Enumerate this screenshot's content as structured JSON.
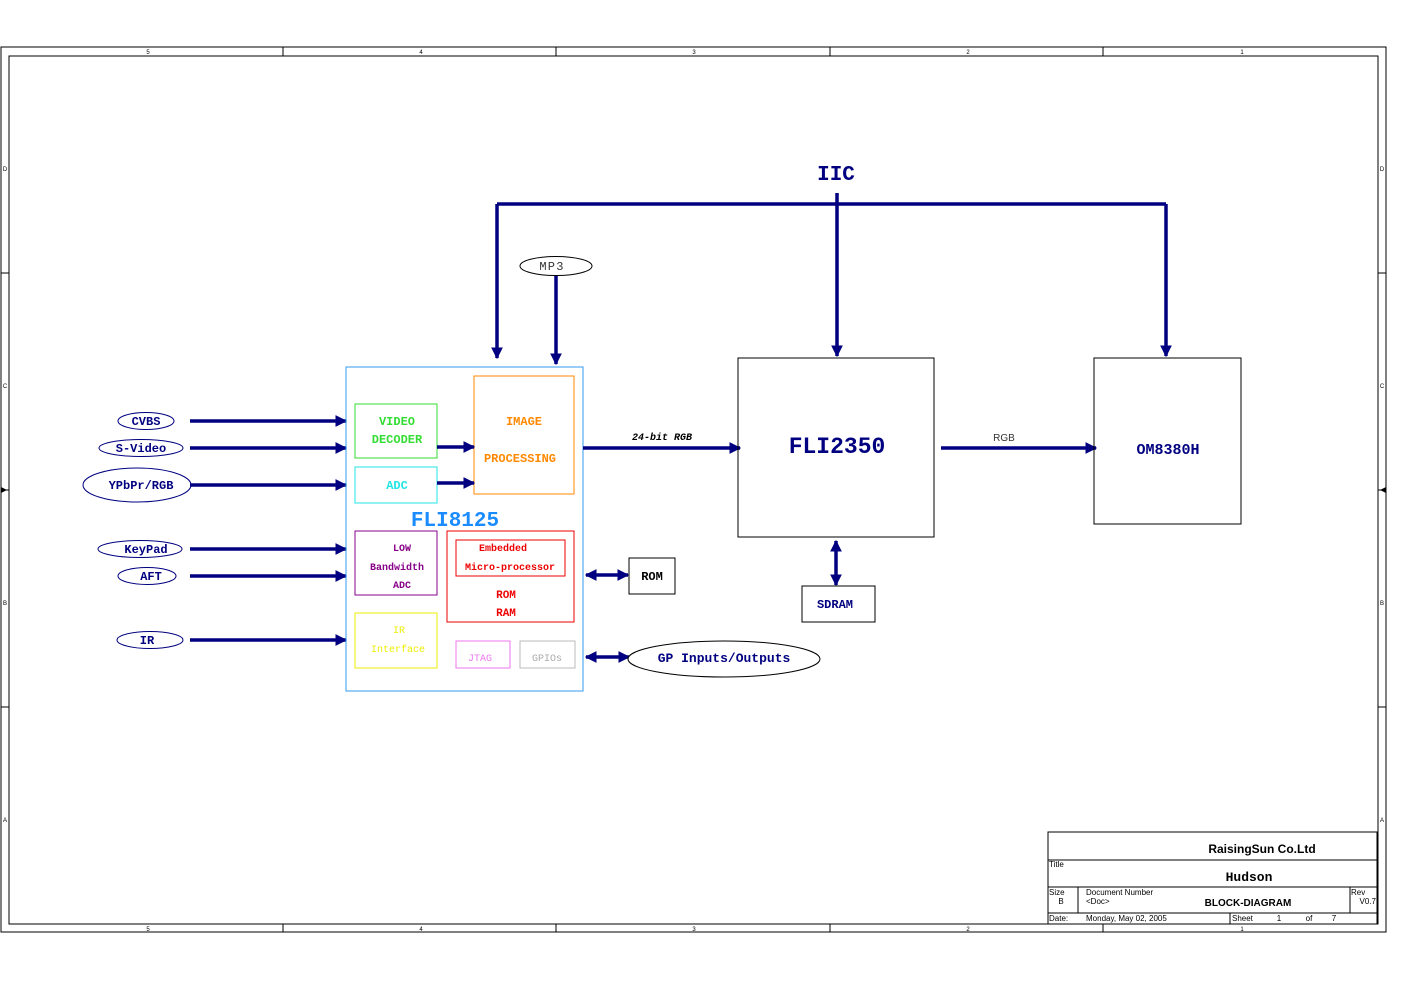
{
  "border": {
    "columns_top": [
      "5",
      "4",
      "3",
      "2",
      "1"
    ],
    "columns_bottom": [
      "5",
      "4",
      "3",
      "2",
      "1"
    ],
    "rows_left": [
      "D",
      "C",
      "B",
      "A"
    ],
    "rows_right": [
      "D",
      "C",
      "B",
      "A"
    ]
  },
  "bus": {
    "label": "IIC"
  },
  "mp3": {
    "label": "MP3"
  },
  "inputs": {
    "cvbs": "CVBS",
    "svideo": "S-Video",
    "ypbpr": "YPbPr/RGB",
    "keypad": "KeyPad",
    "aft": "AFT",
    "ir": "IR"
  },
  "fli8125": {
    "label": "FLI8125",
    "video_decoder": [
      "VIDEO",
      "DECODER"
    ],
    "adc": "ADC",
    "image_processing": [
      "IMAGE",
      "PROCESSING"
    ],
    "low_bandwidth_adc": [
      "LOW",
      "Bandwidth",
      "ADC"
    ],
    "embedded": [
      "Embedded",
      "Micro-processor"
    ],
    "rom_ram": [
      "ROM",
      "RAM"
    ],
    "ir_interface": [
      "IR",
      "Interface"
    ],
    "jtag": "JTAG",
    "gpios": "GPIOs"
  },
  "rom": {
    "label": "ROM"
  },
  "gpio_io": {
    "label": "GP Inputs/Outputs"
  },
  "link_24bit": {
    "label": "24-bit RGB"
  },
  "fli2350": {
    "label": "FLI2350"
  },
  "sdram": {
    "label": "SDRAM"
  },
  "link_rgb": {
    "label": "RGB"
  },
  "om8380h": {
    "label": "OM8380H"
  },
  "title_block": {
    "company": "RaisingSun Co.Ltd",
    "title_caption": "Title",
    "title": "Hudson",
    "size_caption": "Size",
    "size": "B",
    "docnum_caption": "Document Number",
    "docnum": "<Doc>",
    "doc_name": "BLOCK-DIAGRAM",
    "rev_caption": "Rev",
    "rev": "V0.7",
    "date_caption": "Date:",
    "date": "Monday, May 02, 2005",
    "sheet_caption": "Sheet",
    "sheet": "1",
    "of_caption": "of",
    "total_sheets": "7"
  },
  "colors": {
    "wire": "#000080",
    "fli8125_frame": "#3399ee",
    "fli8125_label": "#1a8cff",
    "video_decoder": "#33dd33",
    "adc": "#22e5e5",
    "image_processing": "#ff8800",
    "low_bandwidth_adc": "#880088",
    "embedded": "#ee0000",
    "ir_interface": "#eeee00",
    "jtag": "#ee77ee",
    "gpios": "#bbbbbb"
  }
}
